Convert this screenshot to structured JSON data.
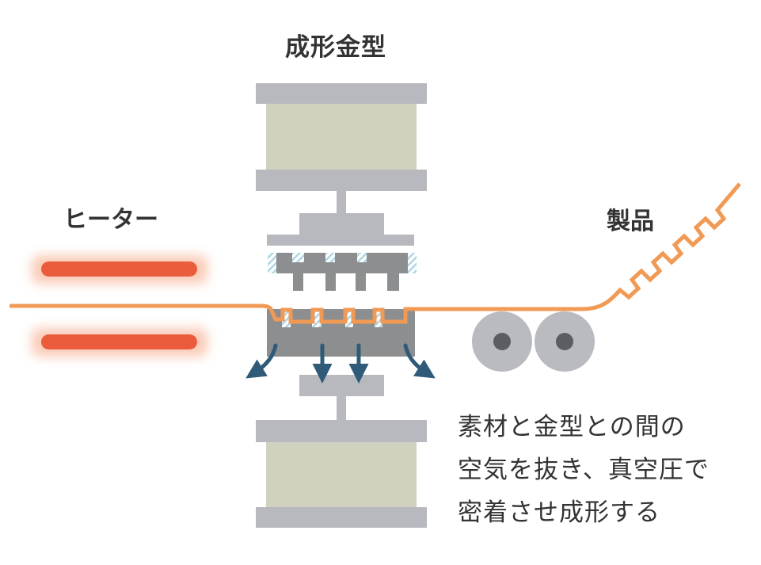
{
  "title": "成形金型",
  "heater_label": "ヒーター",
  "product_label": "製品",
  "description_lines": [
    "素材と金型との間の",
    "空気を抜き、真空圧で",
    "密着させ成形する"
  ],
  "colors": {
    "frame_gray": "#b7b9bf",
    "die_gray": "#8d8e90",
    "block_beige": "#d0d1bf",
    "material_orange": "#f09a55",
    "heater_red": "#ea5c3b",
    "heater_glow": "#f6a07b",
    "arrow_blue": "#2f5b78",
    "hatch_blue": "#aed6e6",
    "roller_gray": "#b9bbc0",
    "roller_hub": "#5c5d61",
    "text": "#333333"
  },
  "icons": [
    "air-flow-arrow",
    "roller"
  ]
}
